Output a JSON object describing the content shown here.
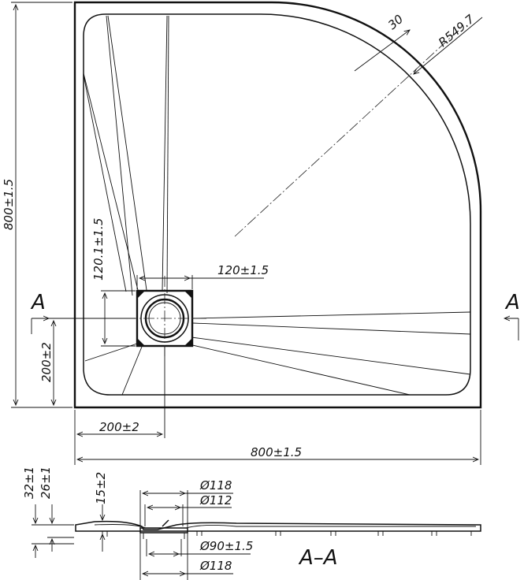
{
  "labels": {
    "overall_height": "800±1.5",
    "overall_width": "800±1.5",
    "drain_offset_y": "200±2",
    "drain_offset_x": "200±2",
    "drain_box_height": "120.1±1.5",
    "drain_box_width": "120±1.5",
    "rim_width": "30",
    "radius": "R549.7",
    "section_left": "A",
    "section_right": "A",
    "section_title": "A–A"
  },
  "section_labels": {
    "height_total": "32±1",
    "height_inner": "26±1",
    "drain_depth": "15±2",
    "dia_118_top": "Ø118",
    "dia_112": "Ø112",
    "dia_90": "Ø90±1.5",
    "dia_118_bottom": "Ø118"
  }
}
